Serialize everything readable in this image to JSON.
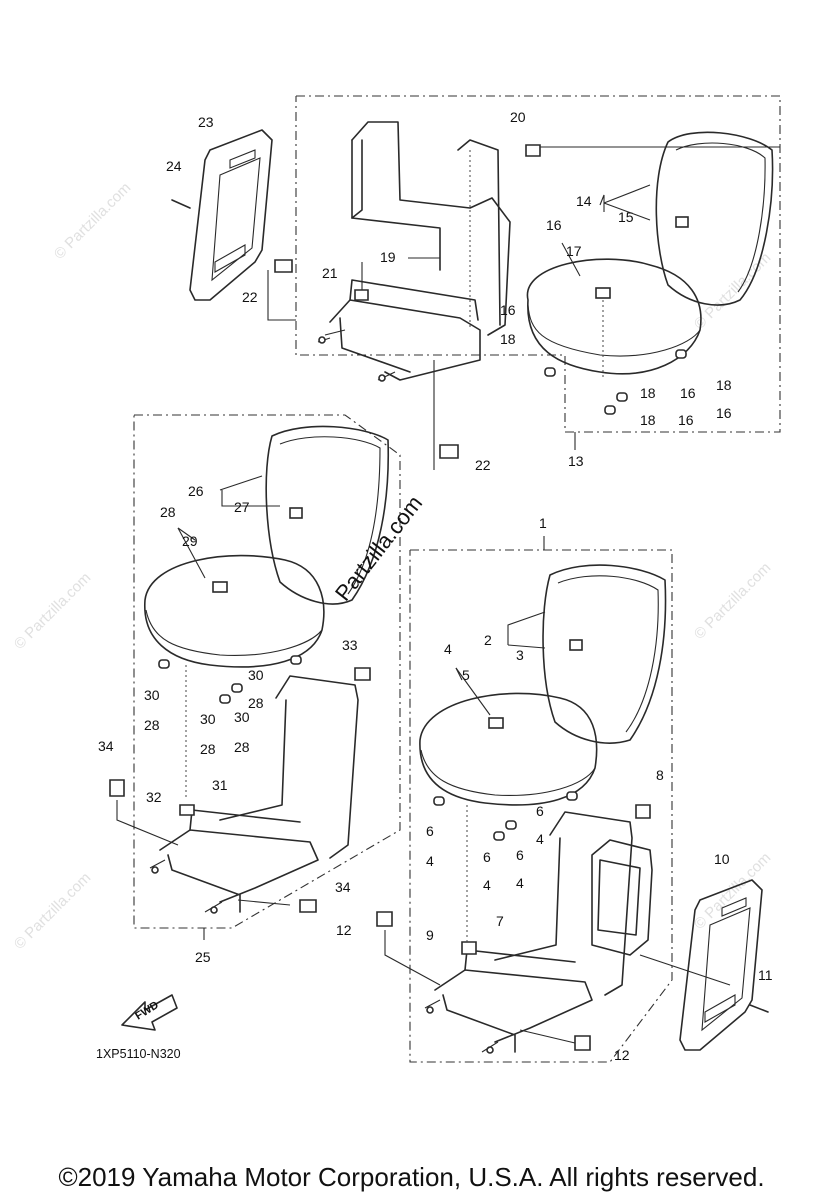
{
  "diagram": {
    "watermark": "© Partzilla.com",
    "partzilla_logo": "Partzilla.com",
    "diagram_code": "1XP5110-N320",
    "fwd_label": "FWD",
    "copyright": "©2019  Yamaha Motor Corporation, U.S.A. All rights reserved.",
    "callouts": {
      "c1": "1",
      "c2": "2",
      "c3": "3",
      "c4": "4",
      "c5": "5",
      "c6": "6",
      "c7": "7",
      "c8": "8",
      "c9": "9",
      "c10": "10",
      "c11": "11",
      "c12": "12",
      "c13": "13",
      "c14": "14",
      "c15": "15",
      "c16": "16",
      "c17": "17",
      "c18": "18",
      "c19": "19",
      "c20": "20",
      "c21": "21",
      "c22": "22",
      "c23": "23",
      "c24": "24",
      "c25": "25",
      "c26": "26",
      "c27": "27",
      "c28": "28",
      "c29": "29",
      "c30": "30",
      "c31": "31",
      "c32": "32",
      "c33": "33",
      "c34": "34"
    }
  }
}
